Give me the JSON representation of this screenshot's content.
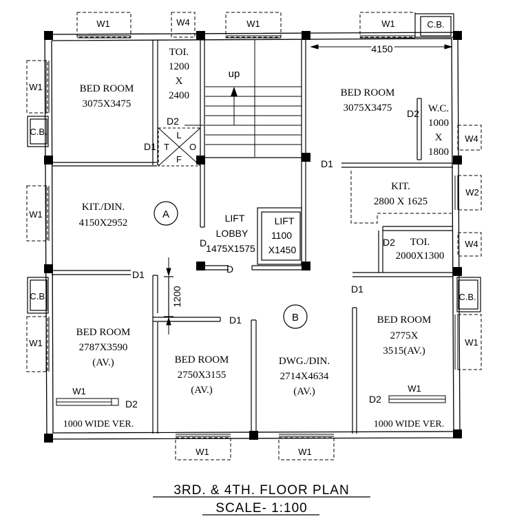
{
  "title": "3RD. & 4TH. FLOOR PLAN",
  "scale": "SCALE- 1:100",
  "grid_markers": {
    "a": "A",
    "b": "B"
  },
  "rooms": {
    "bed1_name": "BED ROOM",
    "bed1_size": "3075X3475",
    "toi1_name": "TOI.",
    "toi1_w": "1200",
    "toi1_x": "X",
    "toi1_h": "2400",
    "up": "up",
    "bed2_name": "BED ROOM",
    "bed2_size": "3075X3475",
    "wc_name": "W.C.",
    "wc_w": "1000",
    "wc_x": "X",
    "wc_h": "1800",
    "kit_name": "KIT.",
    "kit_size": "2800 X 1625",
    "kitdin_name": "KIT./DIN.",
    "kitdin_size": "4150X2952",
    "lobby_1": "LIFT",
    "lobby_2": "LOBBY",
    "lobby_3": "1475X1575",
    "lift_1": "LIFT",
    "lift_2": "1100",
    "lift_3": "X1450",
    "toi2_name": "TOI.",
    "toi2_size": "2000X1300",
    "bed3_name": "BED ROOM",
    "bed3_size": "2787X3590",
    "bed3_av": "(AV.)",
    "bed4_name": "BED ROOM",
    "bed4_size": "2750X3155",
    "bed4_av": "(AV.)",
    "dwg_name": "DWG./DIN.",
    "dwg_size": "2714X4634",
    "dwg_av": "(AV.)",
    "bed5_name": "BED ROOM",
    "bed5_size": "2775X",
    "bed5_av": "3515(AV.)",
    "ver1": "1000 WIDE VER.",
    "ver2": "1000 WIDE VER."
  },
  "shaft": {
    "l": "L",
    "t": "T",
    "o": "O",
    "f": "F"
  },
  "dims": {
    "top_right": "4150",
    "passage": "1200"
  },
  "windows": {
    "w1_top1": "W1",
    "w4_top": "W4",
    "w1_top2": "W1",
    "w1_top3": "W1",
    "cb_top": "C.B.",
    "w1_left1": "W1",
    "cb_left1": "C.B.",
    "w1_left2": "W1",
    "cb_left2": "C.B.",
    "w1_left3": "W1",
    "w4_right1": "W4",
    "w2_right": "W2",
    "w4_right2": "W4",
    "cb_right": "C.B.",
    "w1_right": "W1",
    "w1_bot1": "W1",
    "w1_bot2": "W1",
    "w1_inner1": "W1",
    "w1_inner2": "W1"
  },
  "doors": {
    "d2_toi": "D2",
    "d1_toi": "D1",
    "d2_wc": "D2",
    "d1_kit": "D1",
    "d_lobby1": "D",
    "d_lobby2": "D",
    "d2_toi2": "D2",
    "d1_a": "D1",
    "d1_b": "D1",
    "d1_c": "D1",
    "d2_bl": "D2",
    "d2_br": "D2"
  }
}
